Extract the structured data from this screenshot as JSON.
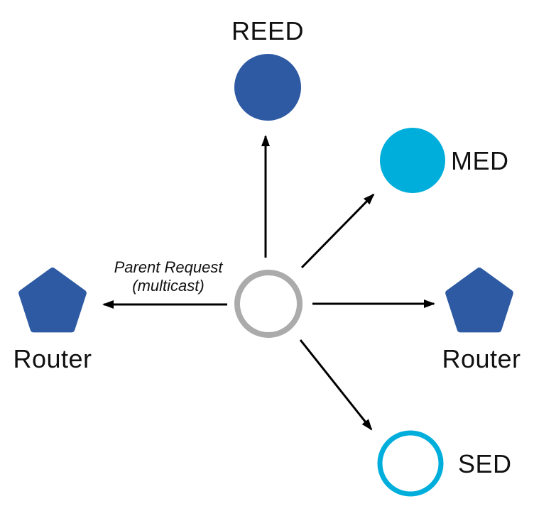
{
  "colors": {
    "blue": "#2E5AA3",
    "cyan": "#00AEDC",
    "gray": "#ABABAB",
    "arrow": "#000000",
    "text": "#111111",
    "background": "#ffffff"
  },
  "nodes": {
    "reed": {
      "label": "REED",
      "shape": "filled-circle"
    },
    "med": {
      "label": "MED",
      "shape": "filled-circle"
    },
    "router_right": {
      "label": "Router",
      "shape": "filled-pentagon"
    },
    "sed": {
      "label": "SED",
      "shape": "outlined-circle"
    },
    "router_left": {
      "label": "Router",
      "shape": "filled-pentagon"
    },
    "center": {
      "label": "",
      "shape": "outlined-circle-gray"
    }
  },
  "annotation": {
    "line1": "Parent Request",
    "line2": "(multicast)"
  }
}
